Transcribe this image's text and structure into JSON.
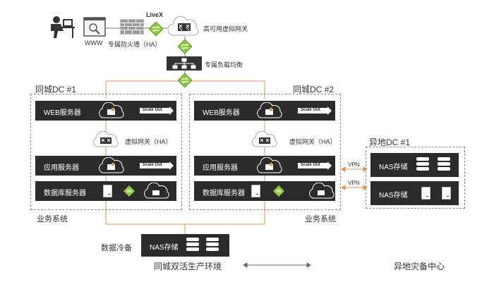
{
  "top": {
    "www_label": "WWW",
    "firewall_label": "专属防火墙（HA）",
    "livex_label": "LiveX",
    "vgateway_label": "高可用虚拟网关",
    "lb_label": "专属负载均衡"
  },
  "dc1": {
    "title": "同城DC #1",
    "web": "WEB服务器",
    "scale_out": "Scale Out",
    "vgateway": "虚拟网关（HA）",
    "app": "应用服务器",
    "db": "数据库服务器",
    "footer": "业务系统"
  },
  "dc2": {
    "title": "同城DC #2",
    "web": "WEB服务器",
    "scale_out": "Scale Out",
    "vgateway": "虚拟网关（HA）",
    "app": "应用服务器",
    "db": "数据库服务器",
    "footer": "业务系统"
  },
  "remote": {
    "title": "异地DC #1",
    "nas1": "NAS存储",
    "nas2": "NAS存储",
    "vpn1": "VPN",
    "vpn2": "VPN"
  },
  "cold": {
    "label": "数据冷备",
    "nas": "NAS存储"
  },
  "bottom": {
    "left": "同城双活生产环境",
    "right": "异地灾备中心"
  },
  "colors": {
    "link_orange": "#e8914a",
    "bar_dark": "#2b2b2b",
    "node_green": "#8dc63f",
    "dashed_border": "#8a8a8a"
  }
}
